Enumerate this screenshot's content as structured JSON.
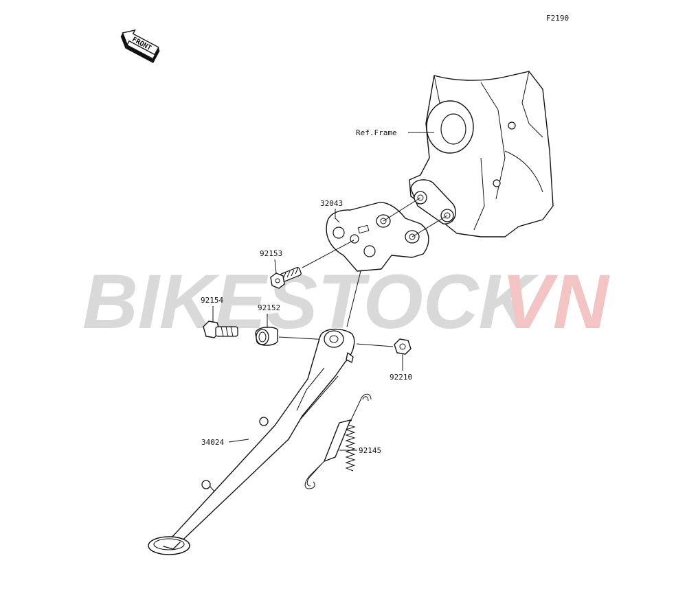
{
  "diagram": {
    "code": "F2190",
    "front_label": "FRONT",
    "watermark": {
      "part1": "BIKESTOCK",
      "part2": "VN"
    },
    "callouts": {
      "ref_frame": "Ref.Frame",
      "p32043": "32043",
      "p92153": "92153",
      "p92154": "92154",
      "p92152": "92152",
      "p92210": "92210",
      "p34024": "34024",
      "p92145": "92145"
    }
  }
}
